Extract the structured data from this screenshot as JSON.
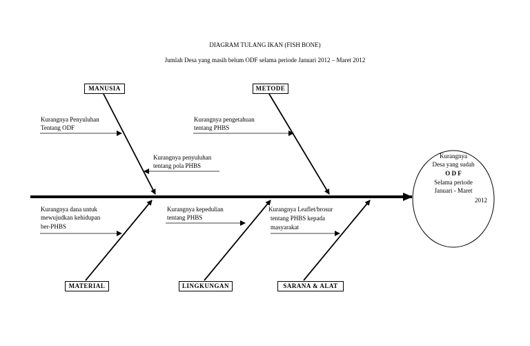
{
  "title": "DIAGRAM TULANG IKAN (FISH BONE)",
  "subtitle": "Jumlah Desa yang masih belum ODF selama periode Januari 2012 – Maret 2012",
  "categories": {
    "manusia": "MANUSIA",
    "metode": "METODE",
    "material": "MATERIAL",
    "lingkungan": "LINGKUNGAN",
    "sarana": "SARANA & ALAT"
  },
  "causes": {
    "manusia_1_l1": "Kurangnya Penyuluhan",
    "manusia_1_l2": "Tentang ODF",
    "manusia_2_l1": "Kurangnya penyuluhan",
    "manusia_2_l2": "tentang pola PHBS",
    "metode_1_l1": "Kurangnya pengetahuan",
    "metode_1_l2": "tentang PHBS",
    "material_1_l1": "Kurangnya dana untuk",
    "material_1_l2": "mewujudkan kehidupan",
    "material_1_l3": "ber-PHBS",
    "lingkungan_1_l1": "Kurangnya kepedulian",
    "lingkungan_1_l2": "tentang PHBS",
    "sarana_1_l1": "Kurangnya Leaflet/brosur",
    "sarana_1_l2": "tentang PHBS kepada",
    "sarana_1_l3": "masyarakat"
  },
  "effect": {
    "l1": "Kurangnya",
    "l2": "Desa yang sudah",
    "l3": "O D F",
    "l4": "Selama periode",
    "l5": "Januari - Maret",
    "l6": "2012"
  }
}
